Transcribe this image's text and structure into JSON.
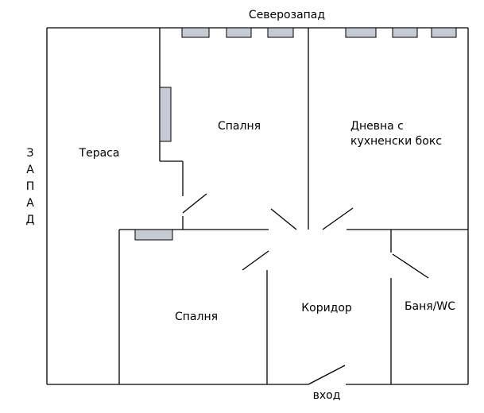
{
  "labels": {
    "north": "Северозапад",
    "west": [
      "З",
      "А",
      "П",
      "А",
      "Д"
    ],
    "entrance": "вход"
  },
  "rooms": {
    "terrace": "Тераса",
    "bedroom_top": "Спалня",
    "living": [
      "Дневна с",
      "кухненски бокс"
    ],
    "bedroom_bottom": "Спалня",
    "corridor": "Коридор",
    "bath": "Баня/WC"
  },
  "colors": {
    "window_fill": "#c3ccd4",
    "wall": "#000000"
  }
}
